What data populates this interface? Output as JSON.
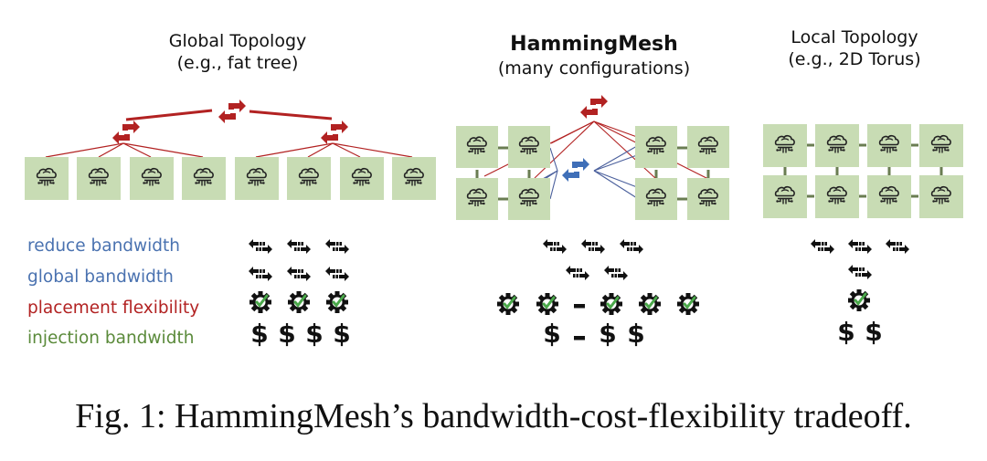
{
  "panels": [
    {
      "id": "global",
      "title": "Global Topology",
      "subtitle": "(e.g., fat tree)",
      "bold": false
    },
    {
      "id": "hammingmesh",
      "title": "HammingMesh",
      "subtitle": "(many configurations)",
      "bold": true
    },
    {
      "id": "local",
      "title": "Local Topology",
      "subtitle": "(e.g., 2D Torus)",
      "bold": false
    }
  ],
  "legend": [
    {
      "label": "reduce bandwidth",
      "color": "#4a72b0"
    },
    {
      "label": "global bandwidth",
      "color": "#4a72b0"
    },
    {
      "label": "placement flexibility",
      "color": "#b22222"
    },
    {
      "label": "injection bandwidth",
      "color": "#5a8a3a"
    }
  ],
  "ratings": {
    "global": {
      "reduce_bandwidth": 3,
      "global_bandwidth": 3,
      "placement_flexibility": 3,
      "injection_bandwidth_cost": 4
    },
    "hammingmesh": {
      "reduce_bandwidth": 3,
      "global_bandwidth": 2,
      "placement_flexibility": "2 - 5",
      "injection_bandwidth_cost": "1 - 3"
    },
    "local": {
      "reduce_bandwidth": 3,
      "global_bandwidth": 1,
      "placement_flexibility": 1,
      "injection_bandwidth_cost": 2
    }
  },
  "icons": {
    "node": "ai-brain-chip-icon",
    "switch_red": "switch-arrows-icon",
    "switch_blue": "switch-arrows-icon",
    "bandwidth": "bidirectional-arrows-icon",
    "flexibility": "gear-check-icon",
    "cost": "dollar-icon"
  },
  "colors": {
    "node_fill": "#c8dcb4",
    "red": "#b22222",
    "blue": "#3f6fb8",
    "link_green": "#6a7d52",
    "check": "#4aa84a"
  },
  "caption": "Fig. 1: HammingMesh’s bandwidth-cost-flexibility tradeoff."
}
